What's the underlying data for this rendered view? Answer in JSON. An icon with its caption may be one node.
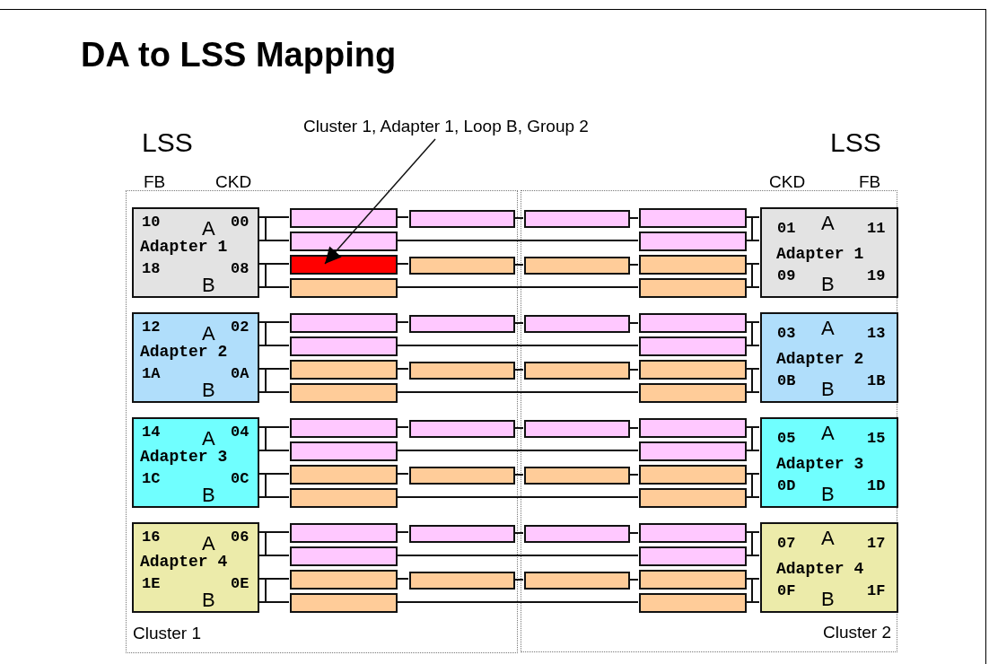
{
  "diagram": {
    "title": "DA to LSS Mapping",
    "nodes": [
      {
        "text": [
          "Cluster 1, Adapter 1, Loop B, Group 2"
        ]
      },
      {
        "text": [
          "Cluster 1"
        ]
      },
      {
        "text": [
          "Cluster 2"
        ]
      },
      {
        "text": [
          "10",
          "A",
          "00",
          "Adapter 1",
          "18",
          "B",
          "08"
        ],
        "in": 1
      },
      {
        "text": [],
        "shape": "bar",
        "in": 1
      },
      {
        "text": [],
        "shape": "bar",
        "in": 1
      },
      {
        "text": [],
        "shape": "bar",
        "in": 2
      },
      {
        "text": [],
        "shape": "bar",
        "in": 2
      },
      {
        "text": [],
        "shape": "bar",
        "in": 1
      },
      {
        "text": [],
        "shape": "bar",
        "in": 2
      },
      {
        "text": [],
        "shape": "bar",
        "in": 1
      },
      {
        "text": [],
        "shape": "bar",
        "in": 1
      },
      {
        "text": [],
        "shape": "bar",
        "in": 2
      },
      {
        "text": [],
        "shape": "bar",
        "in": 2
      },
      {
        "text": [],
        "shape": "bar",
        "in": 1
      },
      {
        "text": [],
        "shape": "bar",
        "in": 2
      },
      {
        "text": [
          "01",
          "A",
          "11",
          "Adapter 1",
          "09",
          "B",
          "19"
        ],
        "in": 2
      },
      {
        "text": [
          "12",
          "A",
          "02",
          "Adapter 2",
          "1A",
          "B",
          "0A"
        ],
        "in": 1
      },
      {
        "text": [],
        "shape": "bar",
        "in": 1
      },
      {
        "text": [],
        "shape": "bar",
        "in": 1
      },
      {
        "text": [],
        "shape": "bar",
        "in": 2
      },
      {
        "text": [],
        "shape": "bar",
        "in": 2
      },
      {
        "text": [],
        "shape": "bar",
        "in": 1
      },
      {
        "text": [],
        "shape": "bar",
        "in": 2
      },
      {
        "text": [],
        "shape": "bar",
        "in": 1
      },
      {
        "text": [],
        "shape": "bar",
        "in": 1
      },
      {
        "text": [],
        "shape": "bar",
        "in": 2
      },
      {
        "text": [],
        "shape": "bar",
        "in": 2
      },
      {
        "text": [],
        "shape": "bar",
        "in": 1
      },
      {
        "text": [],
        "shape": "bar",
        "in": 2
      },
      {
        "text": [
          "03",
          "A",
          "13",
          "Adapter 2",
          "0B",
          "B",
          "1B"
        ],
        "in": 2
      },
      {
        "text": [
          "14",
          "A",
          "04",
          "Adapter 3",
          "1C",
          "B",
          "0C"
        ],
        "in": 1
      },
      {
        "text": [],
        "shape": "bar",
        "in": 1
      },
      {
        "text": [],
        "shape": "bar",
        "in": 1
      },
      {
        "text": [],
        "shape": "bar",
        "in": 2
      },
      {
        "text": [],
        "shape": "bar",
        "in": 2
      },
      {
        "text": [],
        "shape": "bar",
        "in": 1
      },
      {
        "text": [],
        "shape": "bar",
        "in": 2
      },
      {
        "text": [],
        "shape": "bar",
        "in": 1
      },
      {
        "text": [],
        "shape": "bar",
        "in": 1
      },
      {
        "text": [],
        "shape": "bar",
        "in": 2
      },
      {
        "text": [],
        "shape": "bar",
        "in": 2
      },
      {
        "text": [],
        "shape": "bar",
        "in": 1
      },
      {
        "text": [],
        "shape": "bar",
        "in": 2
      },
      {
        "text": [
          "05",
          "A",
          "15",
          "Adapter 3",
          "0D",
          "B",
          "1D"
        ],
        "in": 2
      },
      {
        "text": [
          "16",
          "A",
          "06",
          "Adapter 4",
          "1E",
          "B",
          "0E"
        ],
        "in": 1
      },
      {
        "text": [],
        "shape": "bar",
        "in": 1
      },
      {
        "text": [],
        "shape": "bar",
        "in": 1
      },
      {
        "text": [],
        "shape": "bar",
        "in": 2
      },
      {
        "text": [],
        "shape": "bar",
        "in": 2
      },
      {
        "text": [],
        "shape": "bar",
        "in": 1
      },
      {
        "text": [],
        "shape": "bar",
        "in": 2
      },
      {
        "text": [],
        "shape": "bar",
        "in": 1
      },
      {
        "text": [],
        "shape": "bar",
        "in": 1
      },
      {
        "text": [],
        "shape": "bar",
        "in": 2
      },
      {
        "text": [],
        "shape": "bar",
        "in": 2
      },
      {
        "text": [],
        "shape": "bar",
        "in": 1
      },
      {
        "text": [],
        "shape": "bar",
        "in": 2
      },
      {
        "text": [
          "07",
          "A",
          "17",
          "Adapter 4",
          "0F",
          "B",
          "1F"
        ],
        "in": 2
      }
    ],
    "edges": [
      {
        "from": 0,
        "to": 10,
        "arrow": "to"
      },
      {
        "from": 3,
        "to": 4,
        "arrow": "none"
      },
      {
        "from": 4,
        "to": 5,
        "arrow": "none"
      },
      {
        "from": 5,
        "to": 6,
        "arrow": "none"
      },
      {
        "from": 6,
        "to": 7,
        "arrow": "none"
      },
      {
        "from": 7,
        "to": 16,
        "arrow": "none"
      },
      {
        "from": 3,
        "to": 8,
        "arrow": "none"
      },
      {
        "from": 8,
        "to": 9,
        "arrow": "none"
      },
      {
        "from": 9,
        "to": 16,
        "arrow": "none"
      },
      {
        "from": 3,
        "to": 10,
        "arrow": "none"
      },
      {
        "from": 10,
        "to": 11,
        "arrow": "none"
      },
      {
        "from": 11,
        "to": 12,
        "arrow": "none"
      },
      {
        "from": 12,
        "to": 13,
        "arrow": "none"
      },
      {
        "from": 13,
        "to": 16,
        "arrow": "none"
      },
      {
        "from": 3,
        "to": 14,
        "arrow": "none"
      },
      {
        "from": 14,
        "to": 15,
        "arrow": "none"
      },
      {
        "from": 15,
        "to": 16,
        "arrow": "none"
      },
      {
        "from": 17,
        "to": 18,
        "arrow": "none"
      },
      {
        "from": 18,
        "to": 19,
        "arrow": "none"
      },
      {
        "from": 19,
        "to": 20,
        "arrow": "none"
      },
      {
        "from": 20,
        "to": 21,
        "arrow": "none"
      },
      {
        "from": 21,
        "to": 30,
        "arrow": "none"
      },
      {
        "from": 17,
        "to": 22,
        "arrow": "none"
      },
      {
        "from": 22,
        "to": 23,
        "arrow": "none"
      },
      {
        "from": 23,
        "to": 30,
        "arrow": "none"
      },
      {
        "from": 17,
        "to": 24,
        "arrow": "none"
      },
      {
        "from": 24,
        "to": 25,
        "arrow": "none"
      },
      {
        "from": 25,
        "to": 26,
        "arrow": "none"
      },
      {
        "from": 26,
        "to": 27,
        "arrow": "none"
      },
      {
        "from": 27,
        "to": 30,
        "arrow": "none"
      },
      {
        "from": 17,
        "to": 28,
        "arrow": "none"
      },
      {
        "from": 28,
        "to": 29,
        "arrow": "none"
      },
      {
        "from": 29,
        "to": 30,
        "arrow": "none"
      },
      {
        "from": 31,
        "to": 32,
        "arrow": "none"
      },
      {
        "from": 32,
        "to": 33,
        "arrow": "none"
      },
      {
        "from": 33,
        "to": 34,
        "arrow": "none"
      },
      {
        "from": 34,
        "to": 35,
        "arrow": "none"
      },
      {
        "from": 35,
        "to": 44,
        "arrow": "none"
      },
      {
        "from": 31,
        "to": 36,
        "arrow": "none"
      },
      {
        "from": 36,
        "to": 37,
        "arrow": "none"
      },
      {
        "from": 37,
        "to": 44,
        "arrow": "none"
      },
      {
        "from": 31,
        "to": 38,
        "arrow": "none"
      },
      {
        "from": 38,
        "to": 39,
        "arrow": "none"
      },
      {
        "from": 39,
        "to": 40,
        "arrow": "none"
      },
      {
        "from": 40,
        "to": 41,
        "arrow": "none"
      },
      {
        "from": 41,
        "to": 44,
        "arrow": "none"
      },
      {
        "from": 31,
        "to": 42,
        "arrow": "none"
      },
      {
        "from": 42,
        "to": 43,
        "arrow": "none"
      },
      {
        "from": 43,
        "to": 44,
        "arrow": "none"
      },
      {
        "from": 45,
        "to": 46,
        "arrow": "none"
      },
      {
        "from": 46,
        "to": 47,
        "arrow": "none"
      },
      {
        "from": 47,
        "to": 48,
        "arrow": "none"
      },
      {
        "from": 48,
        "to": 49,
        "arrow": "none"
      },
      {
        "from": 49,
        "to": 58,
        "arrow": "none"
      },
      {
        "from": 45,
        "to": 50,
        "arrow": "none"
      },
      {
        "from": 50,
        "to": 51,
        "arrow": "none"
      },
      {
        "from": 51,
        "to": 58,
        "arrow": "none"
      },
      {
        "from": 45,
        "to": 52,
        "arrow": "none"
      },
      {
        "from": 52,
        "to": 53,
        "arrow": "none"
      },
      {
        "from": 53,
        "to": 54,
        "arrow": "none"
      },
      {
        "from": 54,
        "to": 55,
        "arrow": "none"
      },
      {
        "from": 55,
        "to": 58,
        "arrow": "none"
      },
      {
        "from": 45,
        "to": 56,
        "arrow": "none"
      },
      {
        "from": 56,
        "to": 57,
        "arrow": "none"
      },
      {
        "from": 57,
        "to": 58,
        "arrow": "none"
      }
    ],
    "labels": [
      "LSS",
      "FB",
      "CKD",
      "LSS",
      "CKD",
      "FB"
    ]
  }
}
